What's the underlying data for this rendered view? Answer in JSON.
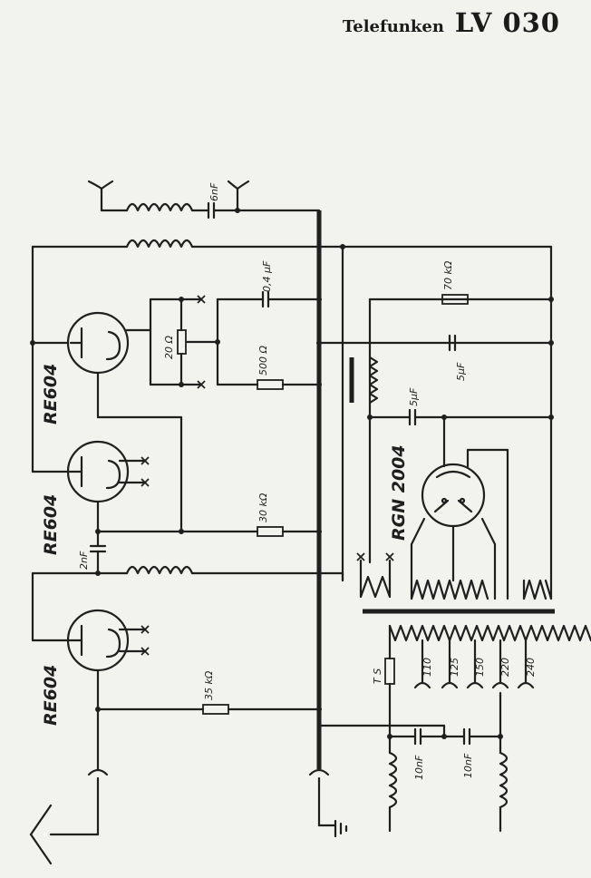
{
  "header": {
    "brand": "Telefunken",
    "model": "LV 030"
  },
  "tubes": {
    "v1": "RE604",
    "v2": "RE604",
    "v3": "RE604",
    "rect": "RGN 2004"
  },
  "labels": {
    "c_ant": "6nF",
    "c_grid": "0,4 μF",
    "r_fil": "20 Ω",
    "r_500": "500 Ω",
    "r_70": "70 kΩ",
    "c_5a": "5μF",
    "c_5b": "5μF",
    "r_30": "30 kΩ",
    "c_2n": "2nF",
    "r_35": "35 kΩ",
    "ts": "T S",
    "taps": [
      "110",
      "125",
      "150",
      "220",
      "240"
    ],
    "c_10a": "10nF",
    "c_10b": "10nF"
  }
}
